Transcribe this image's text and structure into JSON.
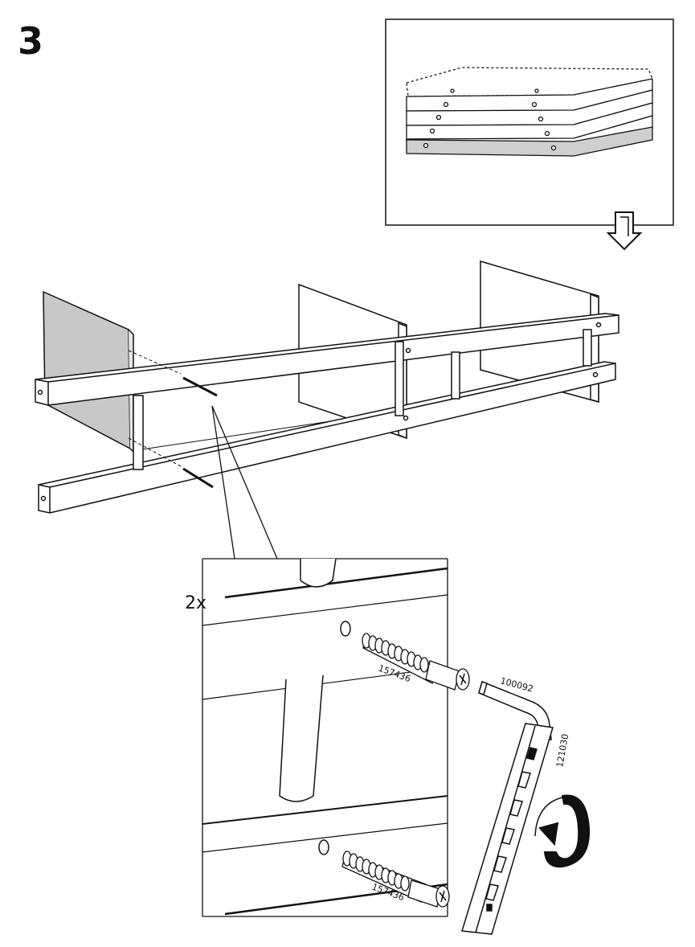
{
  "step": {
    "number": "3"
  },
  "detail": {
    "quantity": "2x",
    "part_dowel": "157436",
    "part_bit": "100092",
    "part_tool": "121030"
  },
  "icons": [
    "shelf-stack-icon",
    "down-arrow-icon",
    "rotate-clockwise-icon",
    "hex-bit-icon",
    "ratchet-tool-icon"
  ]
}
